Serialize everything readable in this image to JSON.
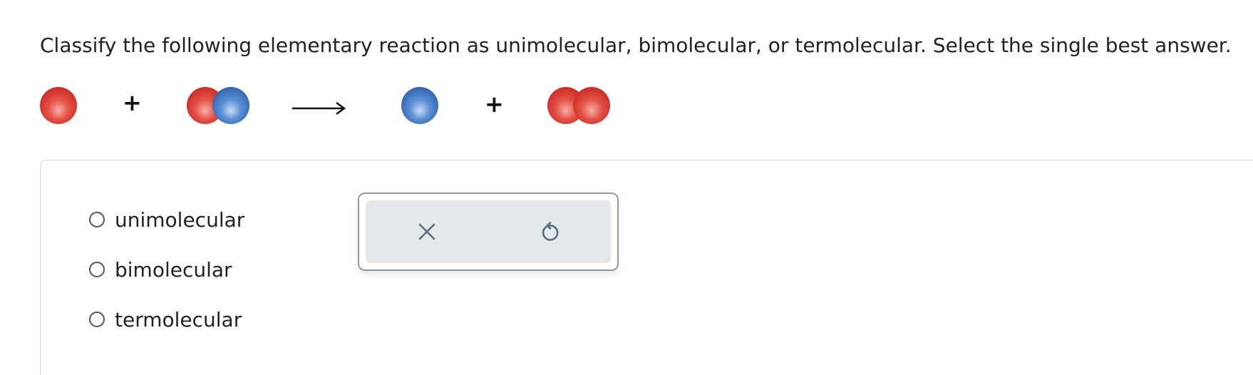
{
  "question": {
    "text": "Classify the following elementary reaction as unimolecular, bimolecular, or termolecular. Select the single best answer."
  },
  "reaction": {
    "reactant_plus": "+",
    "product_plus": "+",
    "colors": {
      "red_atom": "#d9312a",
      "blue_atom": "#3b6fbf"
    }
  },
  "options": [
    {
      "label": "unimolecular"
    },
    {
      "label": "bimolecular"
    },
    {
      "label": "termolecular"
    }
  ],
  "toolbar": {
    "clear_icon": "close-icon",
    "undo_icon": "undo-icon"
  }
}
